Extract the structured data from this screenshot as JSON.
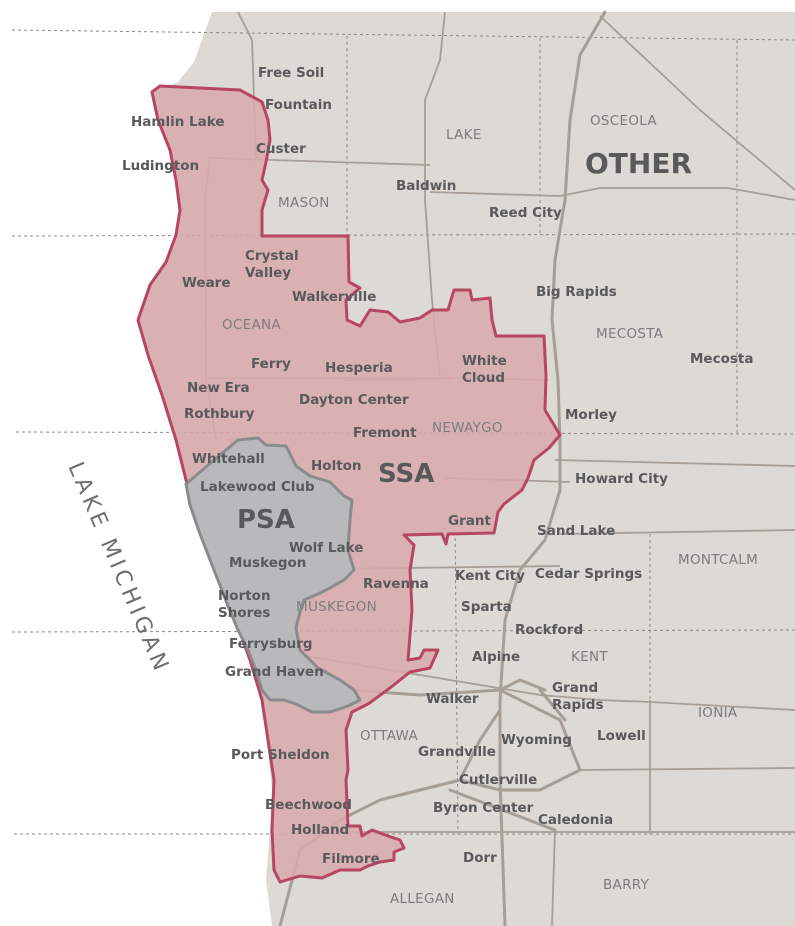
{
  "colors": {
    "land": "#ddd9d4",
    "water": "#ffffff",
    "county_line": "#8d8a86",
    "road": "#a79f96",
    "ssa_fill": "#d9a9ad",
    "ssa_stroke": "#b74662",
    "psa_fill": "#b9b9bb",
    "psa_stroke": "#8a8b8d",
    "label": "#58595b"
  },
  "water_body": {
    "name": "LAKE MICHIGAN"
  },
  "regions": [
    {
      "id": "other",
      "label": "OTHER"
    },
    {
      "id": "ssa",
      "label": "SSA"
    },
    {
      "id": "psa",
      "label": "PSA"
    }
  ],
  "counties": [
    "LAKE",
    "OSCEOLA",
    "MASON",
    "OCEANA",
    "MECOSTA",
    "NEWAYGO",
    "MONTCALM",
    "MUSKEGON",
    "KENT",
    "IONIA",
    "OTTAWA",
    "ALLEGAN",
    "BARRY"
  ],
  "places": [
    "Free Soil",
    "Fountain",
    "Hamlin Lake",
    "Custer",
    "Ludington",
    "Baldwin",
    "Reed City",
    "Crystal Valley",
    "Weare",
    "Walkerville",
    "Big Rapids",
    "White Cloud",
    "Ferry",
    "Hesperia",
    "Mecosta",
    "New Era",
    "Dayton Center",
    "Rothbury",
    "Morley",
    "Fremont",
    "Whitehall",
    "Holton",
    "Howard City",
    "Lakewood Club",
    "Grant",
    "Sand Lake",
    "Wolf Lake",
    "Muskegon",
    "Kent City",
    "Cedar Springs",
    "Ravenna",
    "Norton Shores",
    "Sparta",
    "Rockford",
    "Ferrysburg",
    "Alpine",
    "Grand Haven",
    "Walker",
    "Grand Rapids",
    "Wyoming",
    "Lowell",
    "Grandville",
    "Port Sheldon",
    "Cutlerville",
    "Beechwood",
    "Byron Center",
    "Caledonia",
    "Holland",
    "Filmore",
    "Dorr"
  ]
}
